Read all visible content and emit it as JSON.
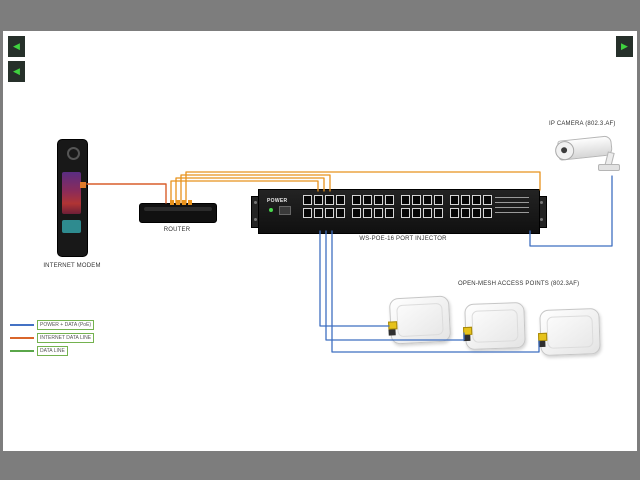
{
  "viewer": {
    "arrow_left_glyph": "◀",
    "arrow_right_glyph": "▶"
  },
  "diagram": {
    "modem": {
      "label": "INTERNET MODEM"
    },
    "router": {
      "label": "ROUTER"
    },
    "injector": {
      "label": "WS-POE-16 PORT INJECTOR",
      "panel_text": "POWER",
      "ports_per_row": 16,
      "rows": 2
    },
    "camera": {
      "label": "IP CAMERA (802.3.AF)"
    },
    "access_points": {
      "label": "OPEN-MESH ACCESS POINTS (802.3AF)",
      "count": 3
    },
    "legend": {
      "items": [
        {
          "label": "POWER + DATA (PoE)",
          "color": "#4472c4"
        },
        {
          "label": "INTERNET DATA LINE",
          "color": "#d9662b"
        },
        {
          "label": "DATA LINE",
          "color": "#5aa64a"
        }
      ]
    },
    "colors": {
      "poe_line": "#3f6fc1",
      "internet_line": "#d95f2b",
      "data_line": "#5aa64a",
      "device_black": "#1a1a1a"
    }
  }
}
